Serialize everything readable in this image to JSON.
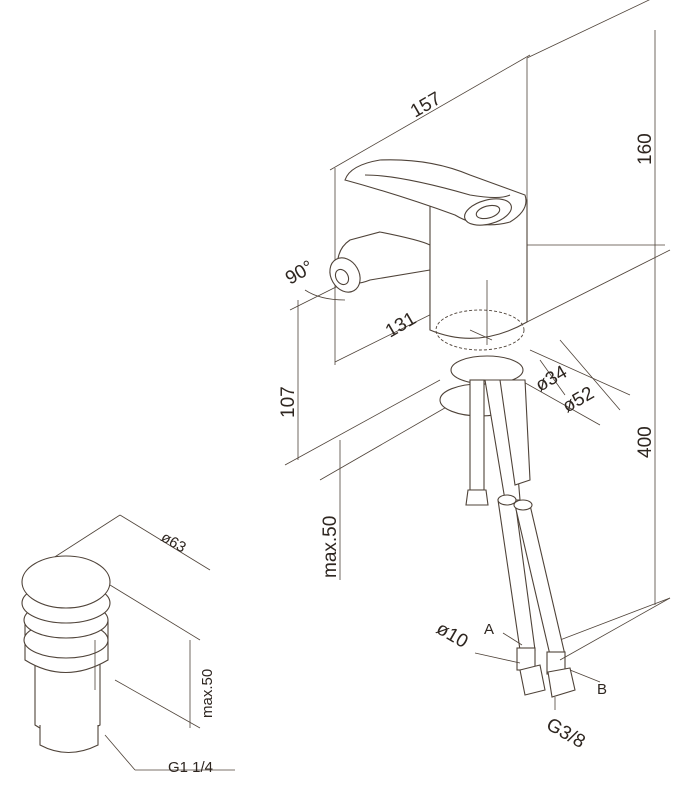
{
  "labels": {
    "spout_length": "157",
    "faucet_height": "160",
    "spout_swivel_angle": "90°",
    "spout_reach": "131",
    "spout_height": "107",
    "base_diameter_inner": "ø34",
    "base_diameter_outer": "ø52",
    "hose_length": "400",
    "max_thickness": "max.50",
    "drain_cap_diameter": "ø63",
    "drain_max_thickness": "max.50",
    "drain_thread": "G1 1/4",
    "hose_diameter": "ø10",
    "hose_a": "A",
    "hose_b": "B",
    "hose_thread": "G3/8"
  },
  "colors": {
    "line": "#4f4339"
  }
}
